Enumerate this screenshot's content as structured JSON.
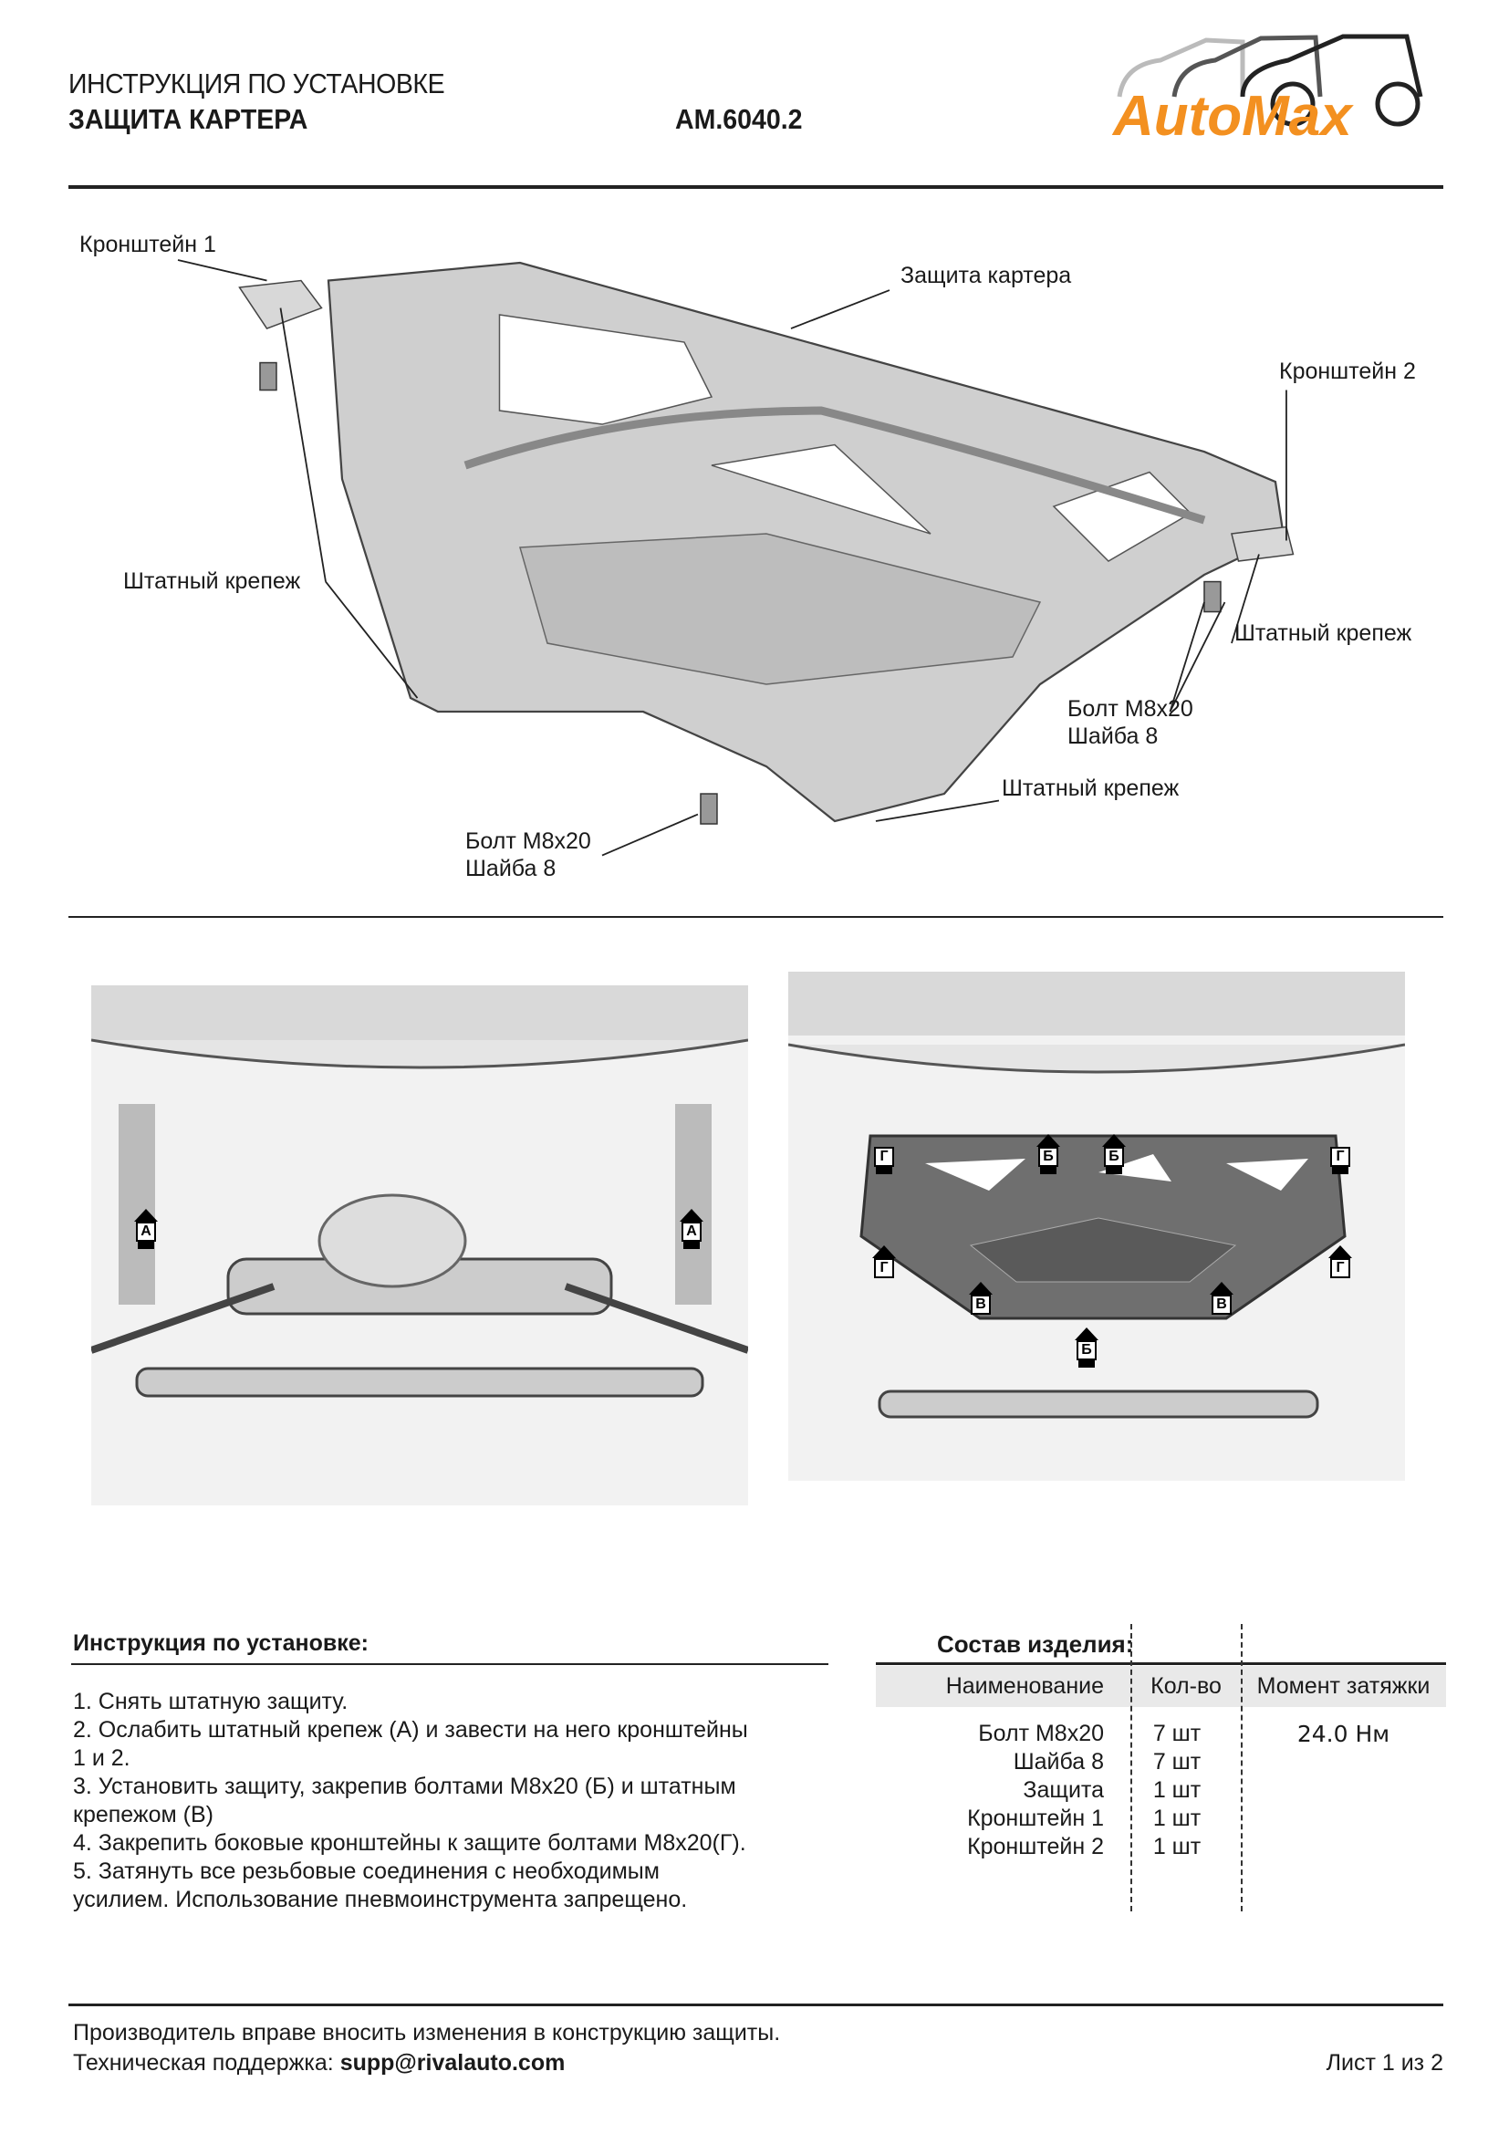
{
  "header": {
    "title_line1": "ИНСТРУКЦИЯ ПО УСТАНОВКЕ",
    "title_line2": "ЗАЩИТА КАРТЕРА",
    "article": "АМ.6040.2",
    "logo_text": "AutoMax",
    "brand_color": "#f39020"
  },
  "diagram": {
    "labels": {
      "bracket1": "Кронштейн 1",
      "guard": "Защита картера",
      "bracket2": "Кронштейн 2",
      "stock_fastener_left": "Штатный крепеж",
      "stock_fastener_right": "Штатный крепеж",
      "bolt_right": "Болт М8х20",
      "washer_right": "Шайба 8",
      "stock_fastener_bottom": "Штатный крепеж",
      "bolt_bottom": "Болт М8х20",
      "washer_bottom": "Шайба 8"
    }
  },
  "photos": {
    "left_markers": [
      "А",
      "А"
    ],
    "right_markers": [
      "Г",
      "Б",
      "Б",
      "Г",
      "Г",
      "Г",
      "В",
      "В",
      "Б"
    ]
  },
  "instructions": {
    "heading": "Инструкция по установке:",
    "steps": [
      "1. Снять штатную защиту.",
      "2. Ослабить штатный крепеж (А) и завести на него кронштейны\n1 и 2.",
      "3. Установить защиту, закрепив болтами М8х20 (Б) и штатным\nкрепежом (В)",
      "4. Закрепить боковые кронштейны к защите болтами М8х20(Г).",
      "5. Затянуть все резьбовые соединения с необходимым\nусилием. Использование пневмоинструмента запрещено."
    ]
  },
  "composition": {
    "heading": "Состав изделия:",
    "columns": [
      "Наименование",
      "Кол-во",
      "Момент затяжки"
    ],
    "rows": [
      {
        "name": "Болт М8х20",
        "qty": "7 шт",
        "torque": "24.0 Нм"
      },
      {
        "name": "Шайба 8",
        "qty": "7 шт",
        "torque": ""
      },
      {
        "name": "Защита",
        "qty": "1 шт",
        "torque": ""
      },
      {
        "name": "Кронштейн 1",
        "qty": "1 шт",
        "torque": ""
      },
      {
        "name": "Кронштейн 2",
        "qty": "1 шт",
        "torque": ""
      }
    ]
  },
  "footer": {
    "notice": "Производитель вправе вносить изменения в конструкцию защиты.",
    "support_label": "Техническая поддержка: ",
    "support_email": "supp@rivalauto.com",
    "page": "Лист 1 из 2"
  }
}
